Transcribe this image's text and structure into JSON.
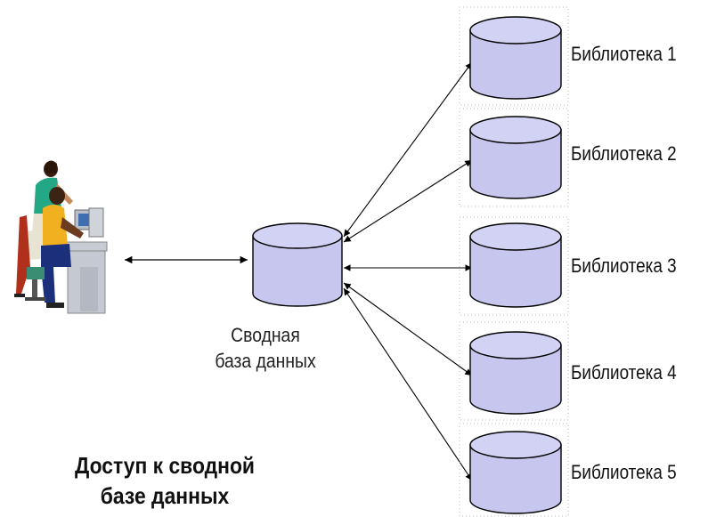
{
  "diagram": {
    "central_db_label": [
      "Сводная",
      "база данных"
    ],
    "libraries": [
      {
        "label": "Библиотека 1"
      },
      {
        "label": "Библиотека 2"
      },
      {
        "label": "Библиотека 3"
      },
      {
        "label": "Библиотека 4"
      },
      {
        "label": "Библиотека 5"
      }
    ],
    "caption": [
      "Доступ к сводной",
      "базе данных"
    ],
    "colors": {
      "cylinder_fill": "#c6c6ee",
      "cylinder_top": "#d2d2f4",
      "stroke": "#000000",
      "arrow": "#000000"
    },
    "icons": [
      "users-at-computer-icon",
      "database-icon"
    ]
  }
}
